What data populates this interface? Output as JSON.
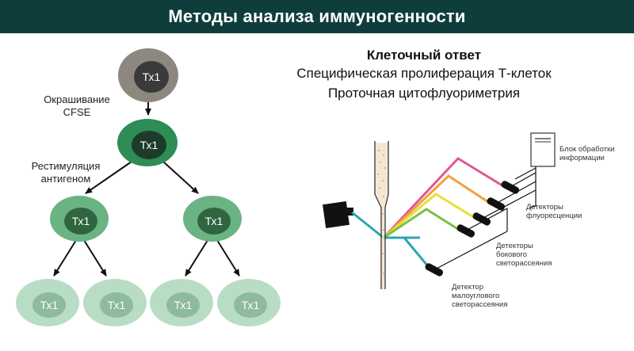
{
  "title": "Методы анализа иммуногенности",
  "cell_label": "Тх1",
  "left_labels": {
    "staining_line1": "Окрашивание",
    "staining_line2": "CFSE",
    "restim_line1": "Рестимуляция",
    "restim_line2": "антигеном"
  },
  "right_heading": {
    "title": "Клеточный ответ",
    "line1": "Специфическая пролиферация Т-клеток",
    "line2": "Проточная цитофлуориметрия"
  },
  "flow_labels": {
    "processing_line1": "Блок обработки",
    "processing_line2": "информации",
    "fluor_line1": "Детекторы",
    "fluor_line2": "флуоресценции",
    "side_line1": "Детекторы",
    "side_line2": "бокового",
    "side_line3": "светорассеяния",
    "forward_line1": "Детектор",
    "forward_line2": "малоуглового",
    "forward_line3": "светорассеяния"
  },
  "colors": {
    "title_bg": "#0f3d3c",
    "cell_gray": "#8c8880",
    "cell_green_dark": "#2e8c55",
    "cell_green_mid": "#6ab383",
    "cell_green_light": "#b8ddc4",
    "laser_cyan": "#2aa7b2",
    "fluor_pink": "#e25796",
    "fluor_orange": "#f3a13a",
    "fluor_yellow": "#e6df3c",
    "fluor_green": "#7ac142"
  }
}
